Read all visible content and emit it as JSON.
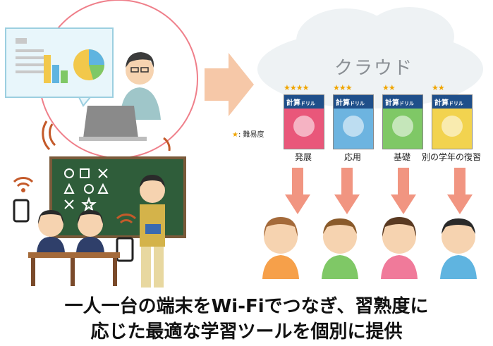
{
  "cloud": {
    "label": "クラウド"
  },
  "legend": {
    "star": "★",
    "text": ": 難易度"
  },
  "drills": [
    {
      "stars": "★★★★",
      "cover_title": "計算",
      "cover_sub": "ドリル",
      "label": "発展",
      "color": "#e9577a"
    },
    {
      "stars": "★★★",
      "cover_title": "計算",
      "cover_sub": "ドリル",
      "label": "応用",
      "color": "#6db4e0"
    },
    {
      "stars": "★★",
      "cover_title": "計算",
      "cover_sub": "ドリル",
      "label": "基礎",
      "color": "#7fc866"
    },
    {
      "stars": "★★",
      "cover_title": "計算",
      "cover_sub": "ドリル",
      "label": "別の学年の復習",
      "color": "#f2d34f"
    }
  ],
  "caption": {
    "line1": "一人一台の端末をWi-Fiでつなぎ、習熟度に",
    "line2": "応じた最適な学習ツールを個別に提供"
  },
  "colors": {
    "arrow": "#f6c8a8",
    "down_arrow": "#ef8a73",
    "circle": "#ef7f8a",
    "board": "#2f5d3a"
  }
}
